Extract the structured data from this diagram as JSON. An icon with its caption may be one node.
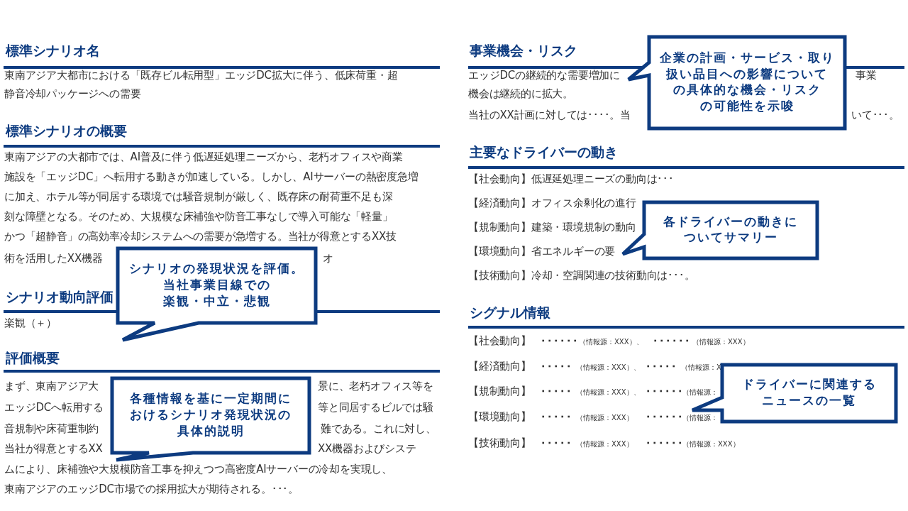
{
  "diagram": {
    "nodes": [
      {
        "text": [
          "シナリオの発現状況を評価。当社事業目線での楽観・中立・悲観"
        ]
      },
      {
        "text": [
          "各種情報を基に一定期間におけるシナリオ発現状況の具体的説明"
        ]
      },
      {
        "text": [
          "企業の計画・サービス・取り扱い品目への影響についての具体的な機会・リスクの可能性を示唆"
        ]
      },
      {
        "text": [
          "各ドライバーの動きについてサマリー"
        ]
      },
      {
        "text": [
          "ドライバーに関連するニュースの一覧"
        ]
      }
    ],
    "labels": [
      "標準シナリオ名",
      "東南アジア大都市における「既存ビル転用型」エッジDC拡大に伴う、低床荷重・超",
      "静音冷却パッケージへの需要",
      "標準シナリオの概要",
      "東南アジアの大都市では、AI普及に伴う低遅延処理ニーズから、老朽オフィスや商業",
      "施設を「エッジDC」へ転用する動きが加速している。しかし、AIサーバーの熱密度急増",
      "に加え、ホテル等が同居する環境では騒音規制が厳しく、既存床の耐荷重不足も深",
      "刻な障壁となる。そのため、大規模な床補強や防音工事なしで導入可能な「軽量」",
      "かつ「超静音」の高効率冷却システムへの需要が急増する。当社が得意とするXX技",
      "術を活用したXX機器",
      "オ",
      "シナリオ動向評価",
      "楽観（＋）",
      "評価概要",
      "まず、東南アジア大",
      "景に、老朽オフィス等を",
      "エッジDCへ転用する",
      "等と同居するビルでは騒",
      "音規制や床荷重制約",
      "難である。これに対し、",
      "当社が得意とするXX",
      "XX機器およびシステ",
      "ムにより、床補強や大規模防音工事を抑えつつ高密度AIサーバーの冷却を実現し、",
      "東南アジアのエッジDC市場での採用拡大が期待される。･･･。",
      "事業機会・リスク",
      "エッジDCの継続的な需要増加に",
      "事業",
      "機会は継続的に拡大。",
      "当社のXX計画に対しては････。当",
      "いて･･･。",
      "主要なドライバーの動き",
      "【社会動向】低遅延処理ニーズの動向は･･･",
      "【経済動向】オフィス余剰化の進行",
      "【規制動向】建築・環境規制の動向",
      "【環境動向】省エネルギーの要",
      "【技術動向】冷却・空調関連の技術動向は･･･。",
      "シグナル情報",
      "【社会動向】",
      "･･････",
      "（情報源：XXX）、",
      "･･････",
      "（情報源：XXX）",
      "【経済動向】",
      "･････",
      "（情報源：XXX）、",
      "･････",
      "（情報源：X",
      "【規制動向】",
      "･････",
      "（情報源：XXX）、",
      "･･････",
      "（情報源：",
      "【環境動向】",
      "･････",
      "（情報源：XXX）",
      "･･････",
      "（情報源：",
      "【技術動向】",
      "･････",
      "（情報源：XXX）",
      "･･････",
      "（情報源：XXX）"
    ]
  }
}
